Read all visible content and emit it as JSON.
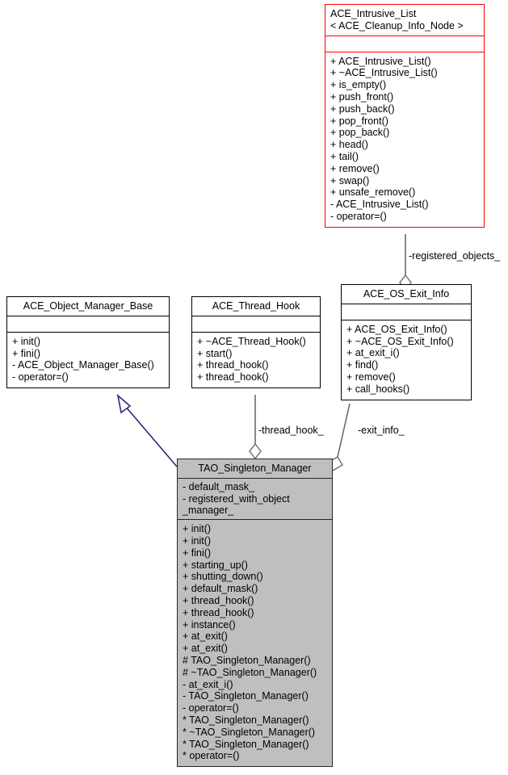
{
  "diagram": {
    "type": "uml-class-diagram",
    "background": "#ffffff",
    "colors": {
      "highlight_border": "#ff0000",
      "focus_fill": "#bfbfbf",
      "focus_border": "#262626",
      "inheritance_line": "#2a2a7a",
      "aggregation_line": "#6b6b6b",
      "default_border": "#000000"
    }
  },
  "classes": {
    "intrusive_list": {
      "name_line1": "ACE_Intrusive_List",
      "name_line2": "< ACE_Cleanup_Info_Node >",
      "attributes": [],
      "operations": [
        "+ ACE_Intrusive_List()",
        "+ ~ACE_Intrusive_List()",
        "+ is_empty()",
        "+ push_front()",
        "+ push_back()",
        "+ pop_front()",
        "+ pop_back()",
        "+ head()",
        "+ tail()",
        "+ remove()",
        "+ swap()",
        "+ unsafe_remove()",
        "- ACE_Intrusive_List()",
        "- operator=()"
      ]
    },
    "object_manager_base": {
      "name": "ACE_Object_Manager_Base",
      "attributes": [],
      "operations": [
        "+ init()",
        "+ fini()",
        "- ACE_Object_Manager_Base()",
        "- operator=()"
      ]
    },
    "thread_hook": {
      "name": "ACE_Thread_Hook",
      "attributes": [],
      "operations": [
        "+ ~ACE_Thread_Hook()",
        "+ start()",
        "+ thread_hook()",
        "+ thread_hook()"
      ]
    },
    "os_exit_info": {
      "name": "ACE_OS_Exit_Info",
      "attributes": [],
      "operations": [
        "+ ACE_OS_Exit_Info()",
        "+ ~ACE_OS_Exit_Info()",
        "+ at_exit_i()",
        "+ find()",
        "+ remove()",
        "+ call_hooks()"
      ]
    },
    "singleton_manager": {
      "name": "TAO_Singleton_Manager",
      "attributes": [
        "- default_mask_",
        "- registered_with_object",
        "_manager_"
      ],
      "operations": [
        "+ init()",
        "+ init()",
        "+ fini()",
        "+ starting_up()",
        "+ shutting_down()",
        "+ default_mask()",
        "+ thread_hook()",
        "+ thread_hook()",
        "+ instance()",
        "+ at_exit()",
        "+ at_exit()",
        "# TAO_Singleton_Manager()",
        "# ~TAO_Singleton_Manager()",
        "- at_exit_i()",
        "- TAO_Singleton_Manager()",
        "- operator=()",
        "* TAO_Singleton_Manager()",
        "* ~TAO_Singleton_Manager()",
        "* TAO_Singleton_Manager()",
        "* operator=()"
      ]
    }
  },
  "edges": {
    "registered_objects": {
      "label": "-registered_objects_",
      "kind": "aggregation",
      "from": "os_exit_info",
      "to": "intrusive_list"
    },
    "thread_hook": {
      "label": "-thread_hook_",
      "kind": "aggregation",
      "from": "singleton_manager",
      "to": "thread_hook"
    },
    "exit_info": {
      "label": "-exit_info_",
      "kind": "aggregation",
      "from": "singleton_manager",
      "to": "os_exit_info"
    },
    "inheritance": {
      "label": "",
      "kind": "generalization",
      "from": "singleton_manager",
      "to": "object_manager_base"
    }
  }
}
